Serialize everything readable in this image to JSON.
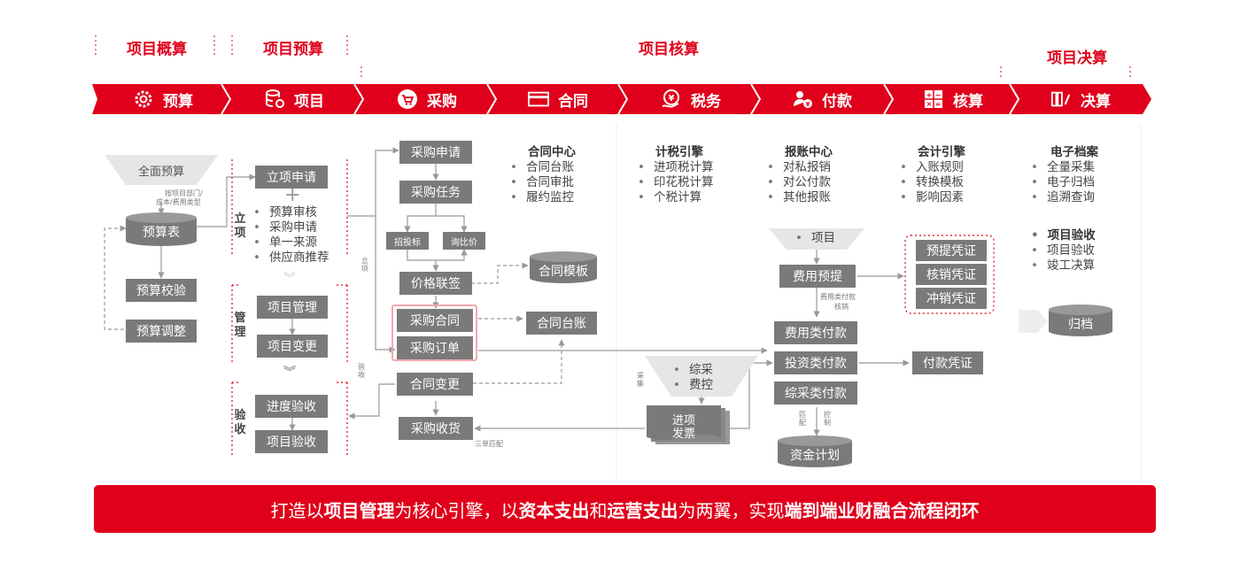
{
  "phases": [
    "项目概算",
    "项目预算",
    "项目核算",
    "项目决算"
  ],
  "segments": [
    {
      "label": "预算",
      "icon": "gear-icon"
    },
    {
      "label": "项目",
      "icon": "database-gear-icon"
    },
    {
      "label": "采购",
      "icon": "cart-icon"
    },
    {
      "label": "合同",
      "icon": "card-icon"
    },
    {
      "label": "税务",
      "icon": "yuan-hand-icon"
    },
    {
      "label": "付款",
      "icon": "user-pay-icon"
    },
    {
      "label": "核算",
      "icon": "calculator-icon"
    },
    {
      "label": "决算",
      "icon": "archive-edit-icon"
    }
  ],
  "budget": {
    "funnel": "全面预算",
    "note1": "按项目部门/",
    "note2": "成本/费用类型",
    "table": "预算表",
    "check": "预算校验",
    "adjust": "预算调整"
  },
  "project": {
    "apply": "立项申请",
    "bullets": [
      "预算审核",
      "采购申请",
      "单一来源",
      "供应商推荐"
    ],
    "stage_setup": "立项",
    "stage_manage": "管理",
    "stage_accept": "验收",
    "manage": "项目管理",
    "change": "项目变更",
    "progress_accept": "进度验收",
    "project_accept": "项目验收"
  },
  "purchase": {
    "apply": "采购申请",
    "task": "采购任务",
    "bid": "招投标",
    "inquiry": "询比价",
    "price": "价格联签",
    "contract": "采购合同",
    "order": "采购订单",
    "change": "合同变更",
    "receive": "采购收货",
    "match": "三单匹配",
    "note_left": "立项",
    "note_accept": "验收"
  },
  "contract": {
    "template": "合同模板",
    "ledger": "合同台账",
    "center_title": "合同中心",
    "center_items": [
      "合同台账",
      "合同审批",
      "履约监控"
    ]
  },
  "tax": {
    "title": "计税引擎",
    "items": [
      "进项税计算",
      "印花税计算",
      "个税计算"
    ],
    "funnel_items": [
      "综采",
      "费控"
    ],
    "note": "采集",
    "invoice": "进项\n发票"
  },
  "payment": {
    "title": "报账中心",
    "items": [
      "对私报销",
      "对公付款",
      "其他报账"
    ],
    "funnel_item": "项目",
    "prepay": "费用预提",
    "note": "费用类付款",
    "note2": "核销",
    "fee_pay": "费用类付款",
    "invest_pay": "投资类付款",
    "comp_pay": "综采类付款",
    "note_match": "匹配",
    "note_ctrl": "控制",
    "fund_plan": "资金计划"
  },
  "accounting": {
    "title": "会计引擎",
    "items": [
      "入账规则",
      "转换模板",
      "影响因素"
    ],
    "accrual": "预提凭证",
    "writeoff": "核销凭证",
    "reverse": "冲销凭证",
    "pay_voucher": "付款凭证"
  },
  "final": {
    "title": "电子档案",
    "items": [
      "全量采集",
      "电子归档",
      "追溯查询"
    ],
    "title2": "项目验收",
    "items2": [
      "项目验收",
      "竣工决算"
    ],
    "archive": "归档"
  },
  "banner": {
    "p1": "打造以",
    "b1": "项目管理",
    "p2": "为核心引擎，以",
    "b2": "资本支出",
    "p3": "和",
    "b3": "运营支出",
    "p4": "为两翼，实现",
    "b4": "端到端业财融合流程闭环"
  },
  "colors": {
    "accent": "#e0001b",
    "box": "#7a7a7a",
    "arrow": "#999999"
  }
}
